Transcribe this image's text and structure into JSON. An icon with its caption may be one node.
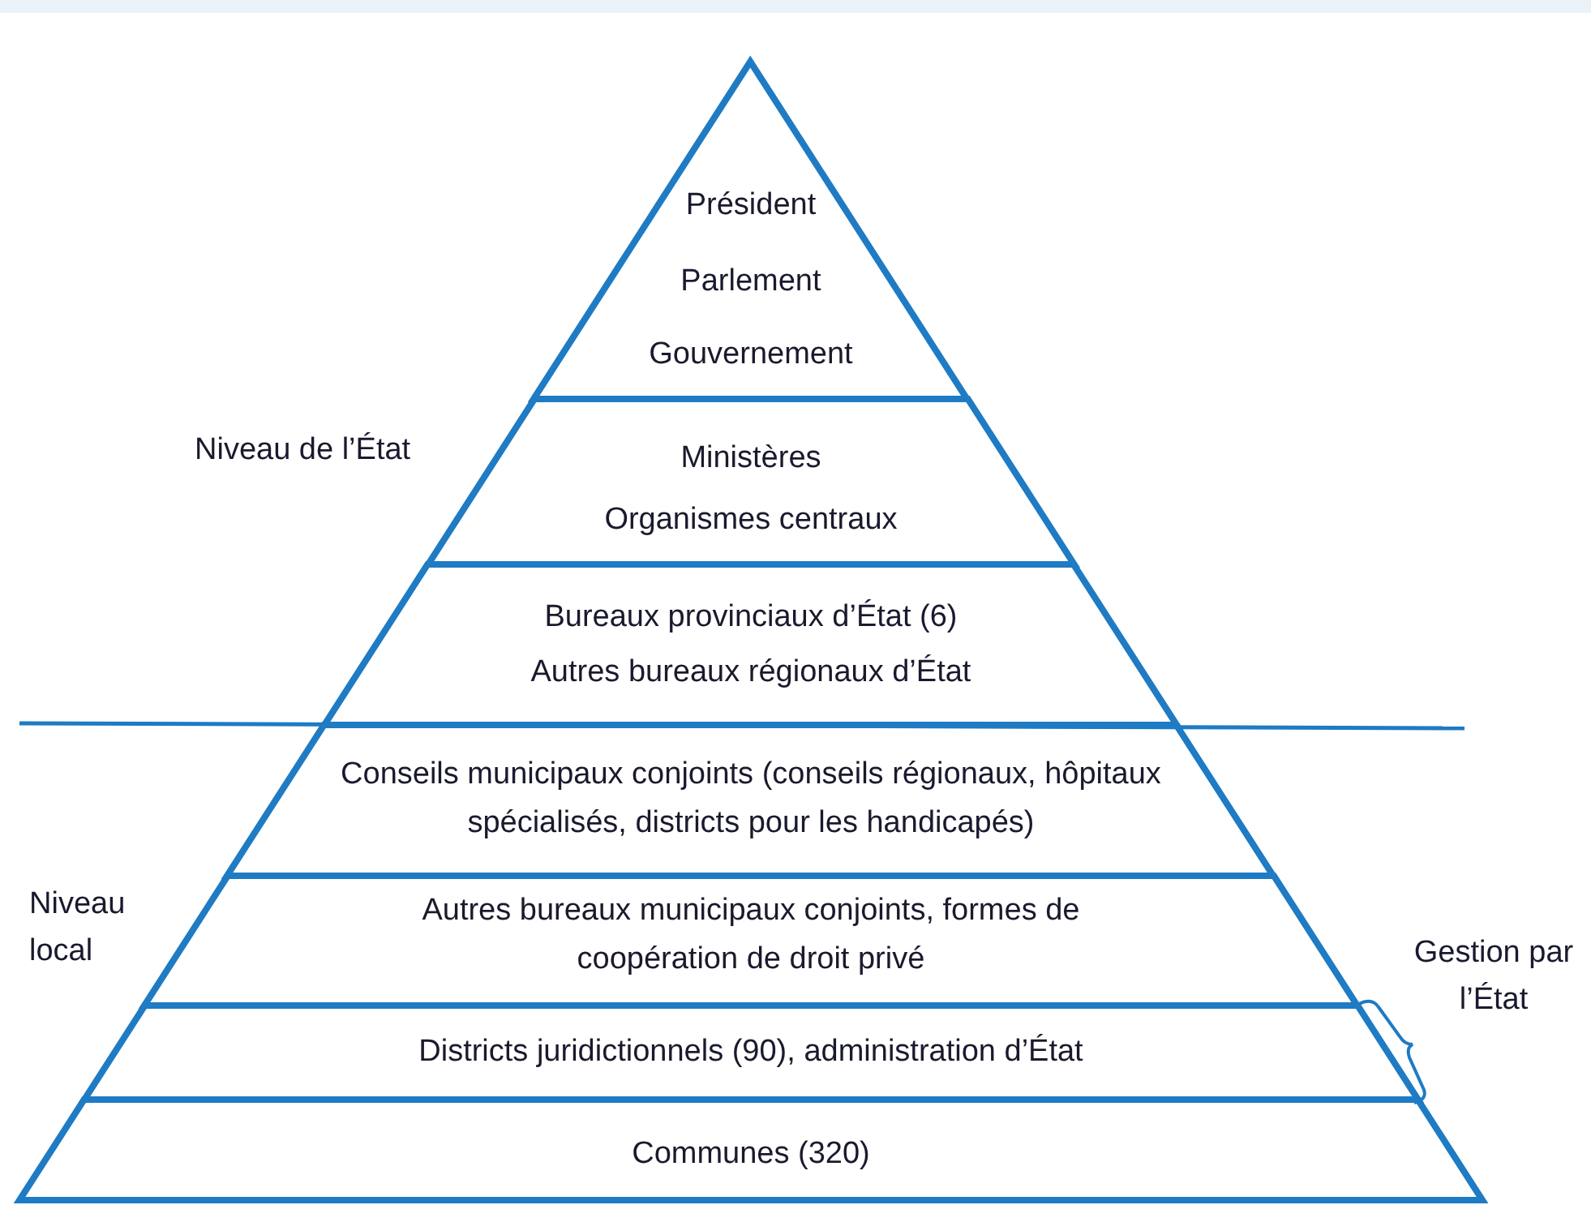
{
  "diagram": {
    "nodes": [
      {
        "text": [
          "Président",
          "Parlement",
          "Gouvernement"
        ]
      },
      {
        "text": [
          "Ministères",
          "Organismes centraux"
        ]
      },
      {
        "text": [
          "Bureaux provinciaux d’État (6)",
          "Autres bureaux régionaux d’État"
        ]
      },
      {
        "text": [
          "Conseils municipaux conjoints (conseils régionaux, hôpitaux spécialisés, districts pour les handicapés)"
        ]
      },
      {
        "text": [
          "Autres bureaux municipaux conjoints, formes de coopération de droit privé"
        ]
      },
      {
        "text": [
          "Districts juridictionnels (90), administration d’État"
        ]
      },
      {
        "text": [
          "Communes (320)"
        ]
      }
    ],
    "labels": [
      "Niveau de l’État",
      "Niveau local",
      "Gestion par l’État"
    ]
  }
}
